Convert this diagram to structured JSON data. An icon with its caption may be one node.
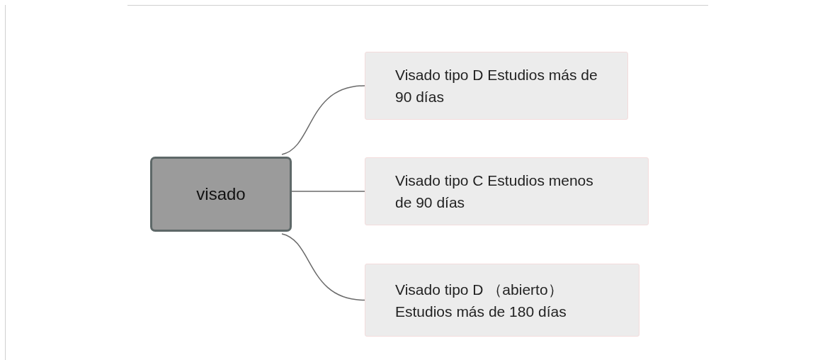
{
  "diagram": {
    "nodes": [
      {
        "text": [
          "visado"
        ]
      },
      {
        "text": [
          "Visado tipo D Estudios más de 90 días"
        ]
      },
      {
        "text": [
          "Visado tipo C Estudios menos de 90 días"
        ]
      },
      {
        "text": [
          "Visado tipo D （abierto） Estudios más de 180 días"
        ]
      }
    ],
    "edges": [
      {
        "from": 0,
        "to": 1,
        "arrow": "none"
      },
      {
        "from": 0,
        "to": 2,
        "arrow": "none"
      },
      {
        "from": 0,
        "to": 3,
        "arrow": "none"
      }
    ]
  }
}
